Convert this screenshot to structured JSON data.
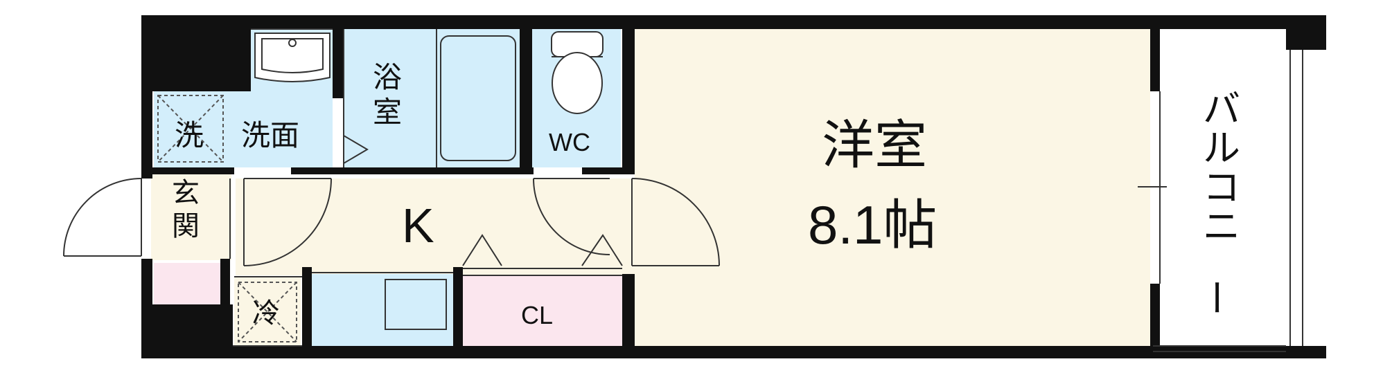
{
  "floor_plan": {
    "rooms": {
      "washroom": "洗面",
      "washer": "洗",
      "bath": "浴室",
      "toilet": "WC",
      "kitchen": "K",
      "western_room": "洋室",
      "western_room_size": "8.1帖",
      "entrance": "玄関",
      "fridge": "冷",
      "closet": "CL",
      "balcony": "バルコニー"
    },
    "colors": {
      "wall": "#111111",
      "wet_area": "#d3eefb",
      "living_floor": "#fbf6e5",
      "storage": "#fbe6ee",
      "line": "#333333"
    }
  }
}
